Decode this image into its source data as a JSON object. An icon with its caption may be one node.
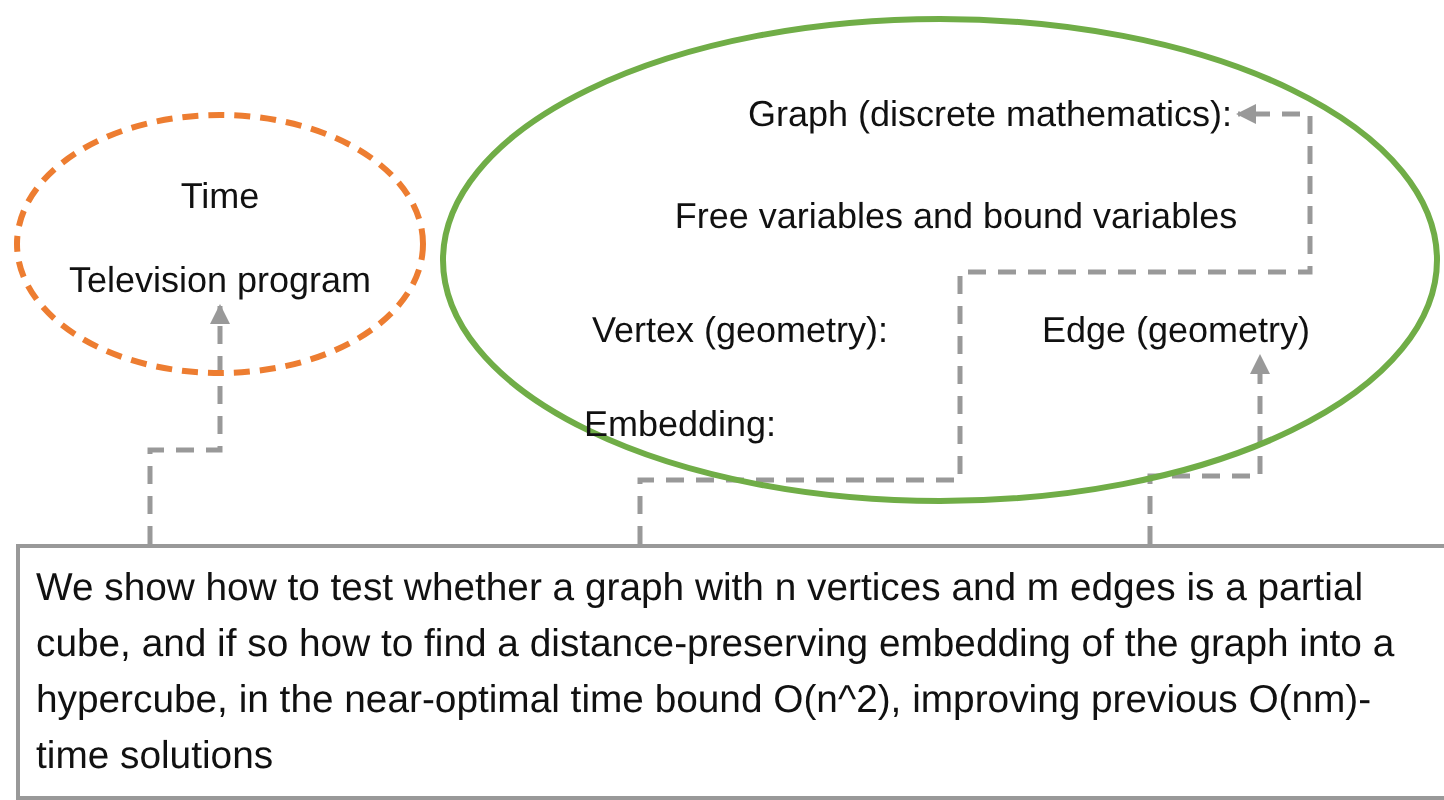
{
  "diagram": {
    "nodes": [
      {
        "text": [],
        "shape": "ellipse"
      },
      {
        "text": [
          "Time"
        ],
        "in": 0
      },
      {
        "text": [
          "Television program"
        ],
        "in": 0
      },
      {
        "text": [],
        "shape": "ellipse"
      },
      {
        "text": [
          "Graph (discrete mathematics):"
        ],
        "in": 3
      },
      {
        "text": [
          "Free variables and bound variables"
        ],
        "in": 3
      },
      {
        "text": [
          "Vertex (geometry):"
        ],
        "in": 3
      },
      {
        "text": [
          "Edge (geometry)"
        ],
        "in": 3
      },
      {
        "text": [
          "Embedding:"
        ],
        "in": 3
      },
      {
        "text": [
          "We show how to test whether a graph with n vertices and m edges is a partial cube, and if so how to find a distance-preserving embedding of the graph into a hypercube, in the near-optimal time bound O(n^2), improving previous O(nm)-time solutions"
        ]
      }
    ],
    "edges": [
      {
        "from": 9,
        "to": 2,
        "arrow": "to",
        "style": "dashed"
      },
      {
        "from": 9,
        "to": 4,
        "arrow": "to",
        "style": "dashed"
      },
      {
        "from": 9,
        "to": 7,
        "arrow": "to",
        "style": "dashed"
      }
    ]
  }
}
